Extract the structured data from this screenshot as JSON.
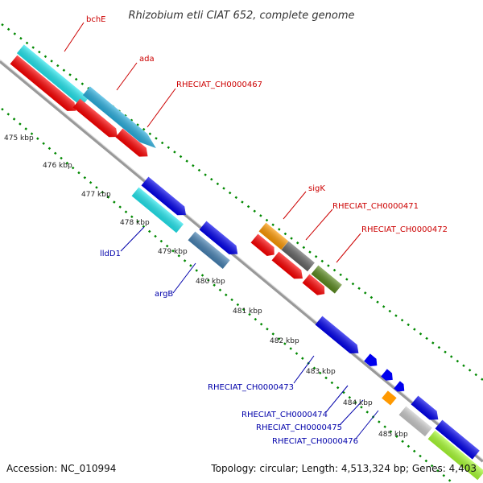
{
  "title": "Rhizobium etli CIAT 652, complete genome",
  "footer": {
    "accession": "Accession: NC_010994",
    "topology": "Topology: circular; Length: 4,513,324 bp; Genes: 4,403"
  },
  "ticks": [
    "475 kbp",
    "476 kbp",
    "477 kbp",
    "478 kbp",
    "479 kbp",
    "480 kbp",
    "481 kbp",
    "482 kbp",
    "483 kbp",
    "484 kbp",
    "485 kbp"
  ],
  "labels_top": [
    "bchE",
    "ada",
    "RHECIAT_CH0000467",
    "sigK",
    "RHECIAT_CH0000471",
    "RHECIAT_CH0000472"
  ],
  "labels_bottom": [
    "lldD1",
    "argB",
    "RHECIAT_CH0000473",
    "RHECIAT_CH0000474",
    "RHECIAT_CH0000475",
    "RHECIAT_CH0000476"
  ],
  "colors": {
    "forward_cds": "#ff0000",
    "reverse_cds": "#0000ee",
    "cyan": "#22e8f0",
    "steel_blue": "#4682b4",
    "orange": "#ff9900",
    "gray": "#666666",
    "olive": "#5a8a1e",
    "light_gray": "#cccccc",
    "lime": "#aaff33",
    "dots": "#008800",
    "backbone": "#999999"
  }
}
